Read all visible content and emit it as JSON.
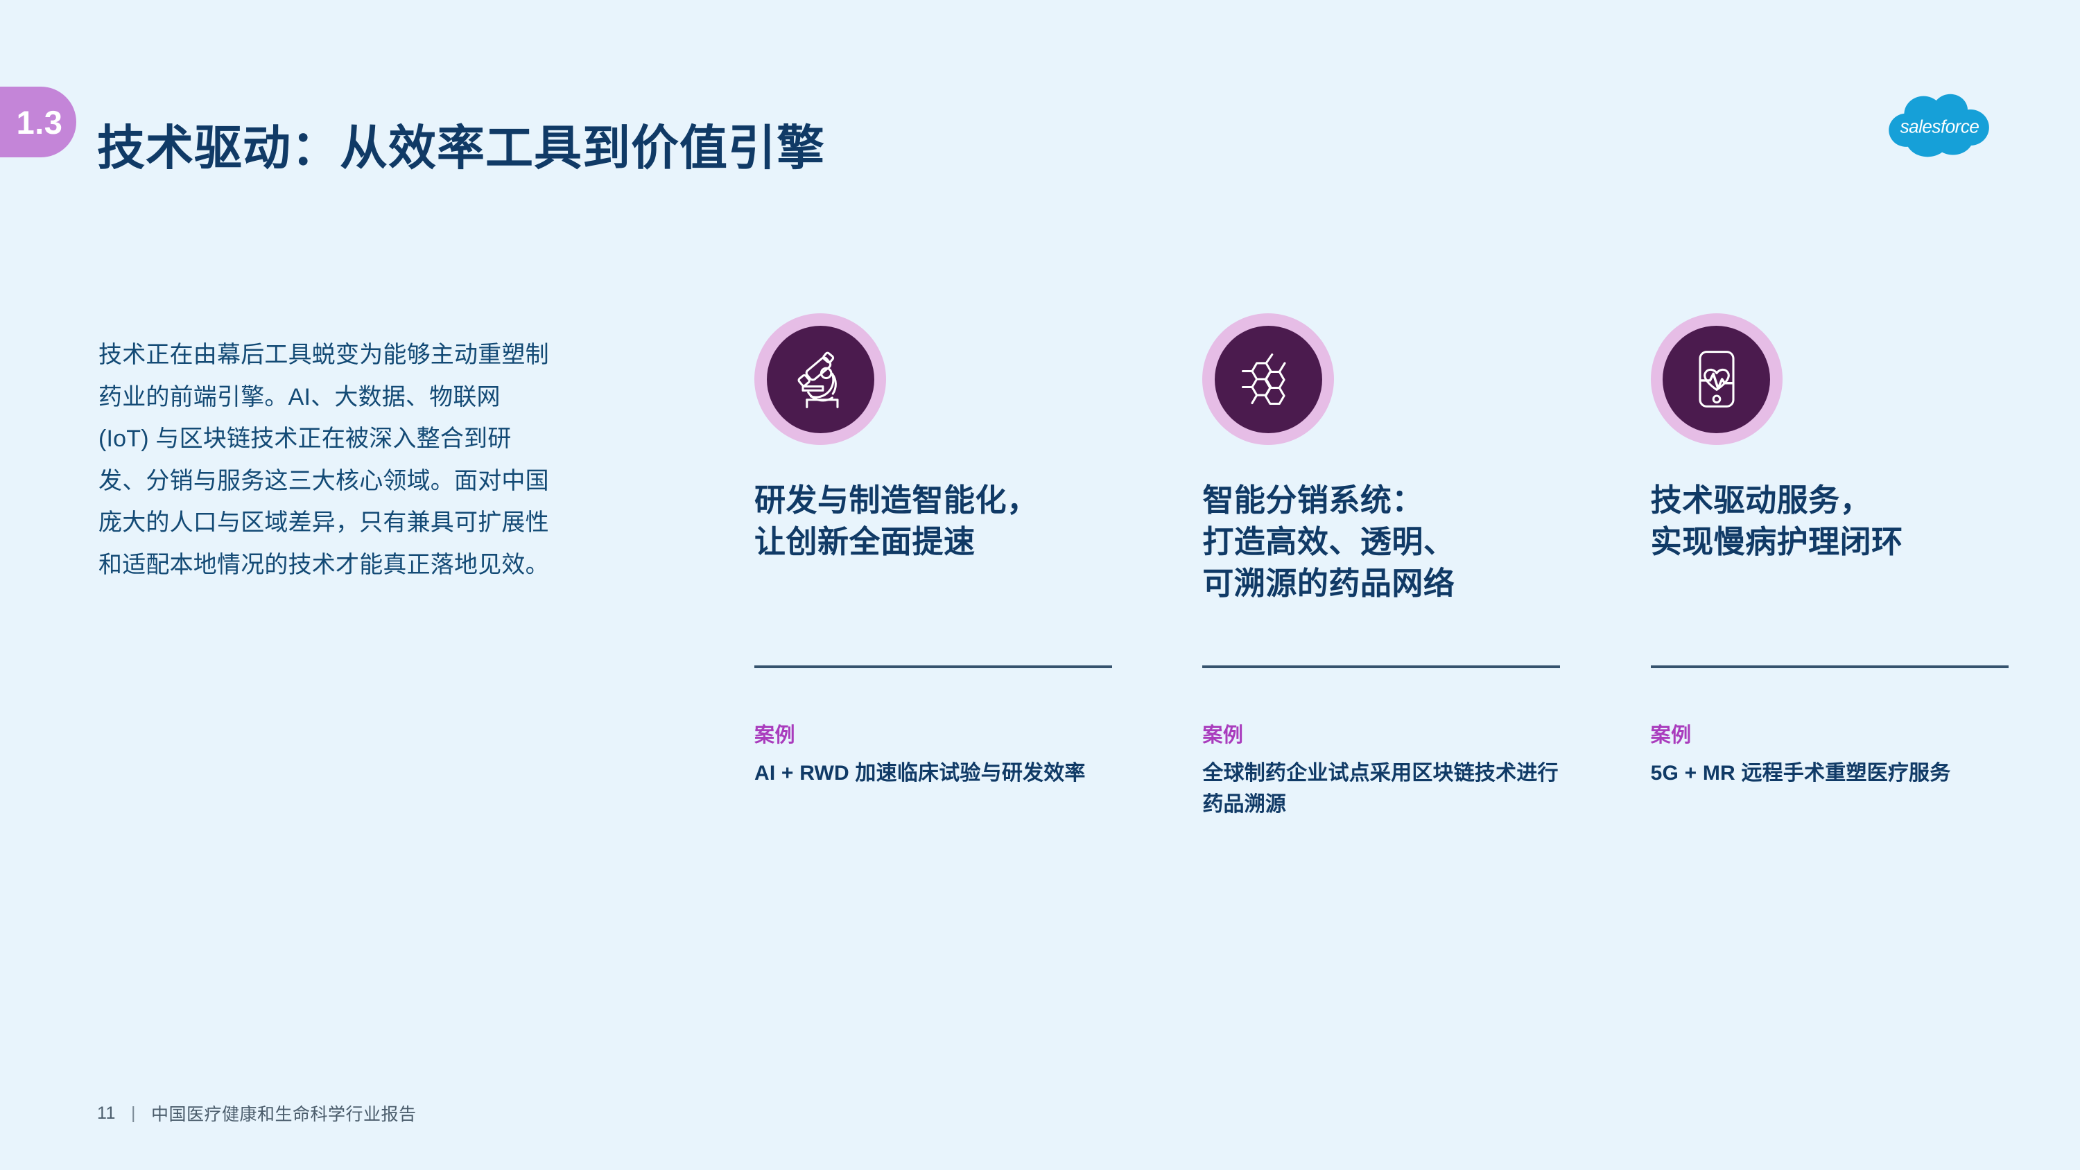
{
  "theme": {
    "background": "#e8f4fc",
    "title_color": "#103a66",
    "badge_color": "#c485d8",
    "accent_purple": "#a93cbd",
    "icon_ring": "#e6bde6",
    "icon_disc": "#4b1b4e",
    "divider": "#36536e",
    "brand_blue": "#16a0d8"
  },
  "header": {
    "badge_number": "1.3",
    "title": "技术驱动：从效率工具到价值引擎",
    "logo_name": "salesforce-logo",
    "logo_text": "salesforce"
  },
  "intro": {
    "paragraph": "技术正在由幕后工具蜕变为能够主动重塑制药业的前端引擎。AI、大数据、物联网 (IoT) 与区块链技术正在被深入整合到研发、分销与服务这三大核心领域。面对中国庞大的人口与区域差异，只有兼具可扩展性和适配本地情况的技术才能真正落地见效。"
  },
  "cards": [
    {
      "icon_name": "microscope-icon",
      "heading": "研发与制造智能化，\n让创新全面提速",
      "case_label": "案例",
      "case_text": "AI + RWD 加速临床试验与研发效率"
    },
    {
      "icon_name": "molecule-hexagon-icon",
      "heading": "智能分销系统：\n打造高效、透明、\n可溯源的药品网络",
      "case_label": "案例",
      "case_text": "全球制药企业试点采用区块链技术进行药品溯源"
    },
    {
      "icon_name": "mobile-heartbeat-icon",
      "heading": "技术驱动服务，\n实现慢病护理闭环",
      "case_label": "案例",
      "case_text": "5G + MR 远程手术重塑医疗服务"
    }
  ],
  "footer": {
    "page_number": "11",
    "separator": "|",
    "report_title": "中国医疗健康和生命科学行业报告"
  }
}
